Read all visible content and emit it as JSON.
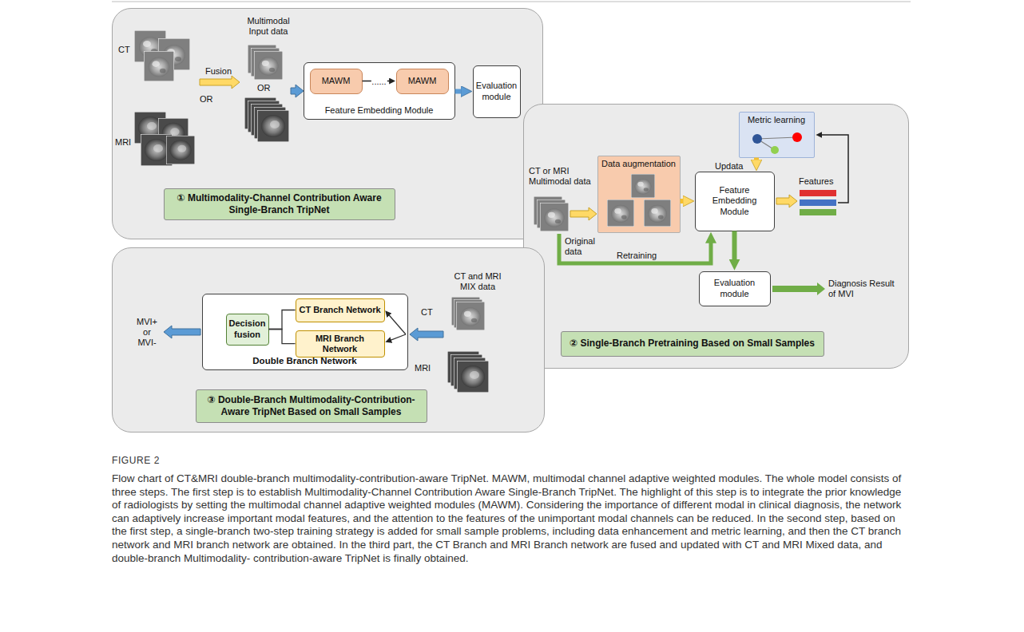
{
  "diagram": {
    "title": "FIGURE 2",
    "caption": "Flow chart of CT&MRI double-branch multimodality-contribution-aware TripNet. MAWM, multimodal channel adaptive weighted modules. The whole model consists of three steps. The first step is to establish Multimodality-Channel Contribution Aware Single-Branch TripNet. The highlight of this step is to integrate the prior knowledge of radiologists by setting the multimodal channel adaptive weighted modules (MAWM). Considering the importance of different modal in clinical diagnosis, the network can adaptively increase important modal features, and the attention to the features of the unimportant modal channels can be reduced. In the second step, based on the first step, a single-branch two-step training strategy is added for small sample problems, including data enhancement and metric learning, and then the CT branch network and MRI branch network are obtained. In the third part, the CT Branch and MRI Branch network are fused and updated with CT and MRI Mixed data, and double-branch Multimodality- contribution-aware TripNet is finally obtained.",
    "nodes": [
      {
        "text": []
      },
      {
        "text": [
          "Feature Embedding Module"
        ],
        "in": 0
      },
      {
        "text": [
          "MAWM"
        ],
        "in": 1
      },
      {
        "text": [
          "MAWM"
        ],
        "in": 1
      },
      {
        "text": [
          "Evaluation module"
        ],
        "in": 0
      },
      {
        "text": [
          "① Multimodality-Channel Contribution Aware Single-Branch TripNet"
        ],
        "in": 0
      },
      {
        "text": []
      },
      {
        "text": [
          "Data augmentation"
        ],
        "in": 6
      },
      {
        "text": [
          "Metric learning"
        ],
        "in": 6
      },
      {
        "text": [
          "Feature Embedding Module"
        ],
        "in": 6
      },
      {
        "text": [
          "Evaluation module"
        ],
        "in": 6
      },
      {
        "text": [
          "② Single-Branch Pretraining Based on Small Samples"
        ],
        "in": 6
      },
      {
        "text": []
      },
      {
        "text": [
          "Double Branch Network"
        ],
        "in": 12
      },
      {
        "text": [
          "Decision fusion"
        ],
        "in": 13
      },
      {
        "text": [
          "CT Branch Network"
        ],
        "in": 13
      },
      {
        "text": [
          "MRI Branch Network"
        ],
        "in": 13
      },
      {
        "text": [
          "③ Double-Branch Multimodality-Contribution-Aware TripNet Based on Small Samples"
        ],
        "in": 12
      }
    ],
    "edges": [
      {
        "from": 2,
        "to": 3,
        "arrow": "to",
        "label": "......"
      },
      {
        "from": 1,
        "to": 4,
        "arrow": "to"
      },
      {
        "from": 7,
        "to": 9,
        "arrow": "to"
      },
      {
        "from": 8,
        "to": 9,
        "arrow": "to"
      },
      {
        "from": 9,
        "to": 10,
        "arrow": "to"
      },
      {
        "from": 15,
        "to": 14,
        "arrow": "none"
      },
      {
        "from": 16,
        "to": 14,
        "arrow": "none"
      }
    ],
    "labels": [
      "CT",
      "MRI",
      "Fusion",
      "OR",
      "Multimodal Input data",
      "OR",
      "CT or MRI Multimodal data",
      "Original data",
      "Retraining",
      "Updata",
      "Features",
      "Diagnosis Result of MVI",
      "MVI+ or MVI-",
      "CT and MRI MIX data",
      "CT",
      "MRI"
    ]
  }
}
